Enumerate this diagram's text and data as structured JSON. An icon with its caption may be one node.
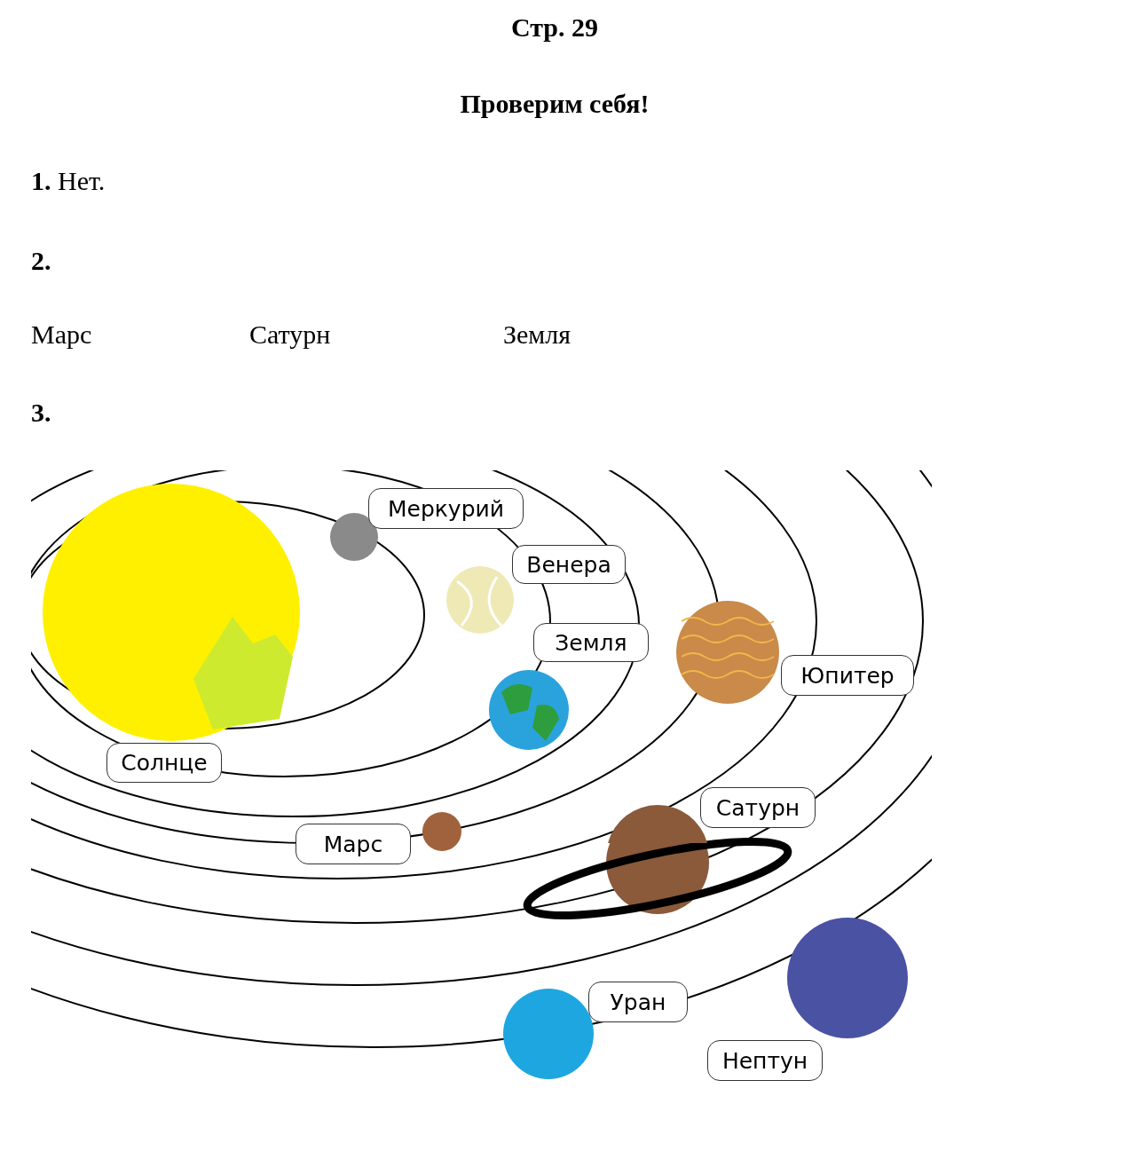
{
  "diagram": {
    "title": "Стр. 29",
    "nodes": [
      {
        "text": [
          "Меркурий"
        ]
      },
      {
        "text": [
          "Венера"
        ]
      },
      {
        "text": [
          "Земля"
        ]
      },
      {
        "text": [
          "Юпитер"
        ]
      },
      {
        "text": [
          "Солнце"
        ]
      },
      {
        "text": [
          "Марс"
        ]
      },
      {
        "text": [
          "Сатурн"
        ]
      },
      {
        "text": [
          "Уран"
        ]
      },
      {
        "text": [
          "Нептун"
        ]
      }
    ],
    "edges": [],
    "labels": [
      "Проверим себя!",
      "**1.** Нет.",
      "2.",
      "Марс",
      "Сатурн",
      "Земля",
      "3."
    ]
  }
}
